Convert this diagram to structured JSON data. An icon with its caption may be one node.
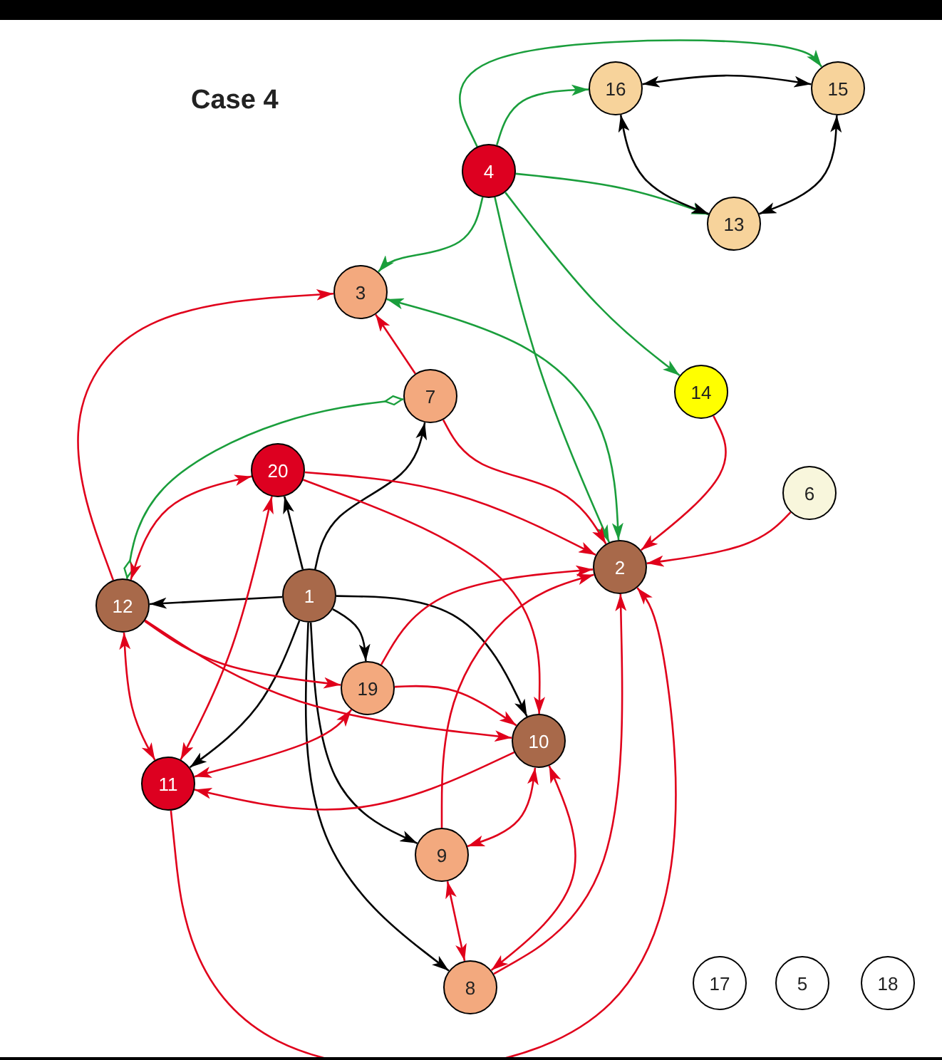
{
  "diagram": {
    "title": "Case 4",
    "nodes": [
      {
        "text": [
          "16"
        ]
      },
      {
        "text": [
          "15"
        ]
      },
      {
        "text": [
          "4"
        ]
      },
      {
        "text": [
          "13"
        ]
      },
      {
        "text": [
          "3"
        ]
      },
      {
        "text": [
          "14"
        ]
      },
      {
        "text": [
          "7"
        ]
      },
      {
        "text": [
          "20"
        ]
      },
      {
        "text": [
          "6"
        ]
      },
      {
        "text": [
          "2"
        ]
      },
      {
        "text": [
          "1"
        ]
      },
      {
        "text": [
          "12"
        ]
      },
      {
        "text": [
          "19"
        ]
      },
      {
        "text": [
          "10"
        ]
      },
      {
        "text": [
          "11"
        ]
      },
      {
        "text": [
          "9"
        ]
      },
      {
        "text": [
          "8"
        ]
      },
      {
        "text": [
          "17"
        ]
      },
      {
        "text": [
          "5"
        ]
      },
      {
        "text": [
          "18"
        ]
      }
    ],
    "edges": [
      {
        "from": 2,
        "to": 1,
        "arrow": "to",
        "color": "#1a9e3c"
      },
      {
        "from": 2,
        "to": 0,
        "arrow": "to",
        "color": "#1a9e3c"
      },
      {
        "from": 2,
        "to": 3,
        "arrow": "to",
        "color": "#1a9e3c"
      },
      {
        "from": 2,
        "to": 4,
        "arrow": "to",
        "color": "#1a9e3c"
      },
      {
        "from": 2,
        "to": 5,
        "arrow": "to",
        "color": "#1a9e3c"
      },
      {
        "from": 2,
        "to": 9,
        "arrow": "to",
        "color": "#1a9e3c"
      },
      {
        "from": 4,
        "to": 9,
        "arrow": "both",
        "color": "#1a9e3c"
      },
      {
        "from": 6,
        "to": 11,
        "arrow": "other",
        "color": "#1a9e3c"
      },
      {
        "from": 0,
        "to": 1,
        "arrow": "both",
        "color": "#000000"
      },
      {
        "from": 1,
        "to": 3,
        "arrow": "both",
        "color": "#000000"
      },
      {
        "from": 0,
        "to": 3,
        "arrow": "both",
        "color": "#000000"
      },
      {
        "from": 10,
        "to": 11,
        "arrow": "to",
        "color": "#000000"
      },
      {
        "from": 10,
        "to": 7,
        "arrow": "to",
        "color": "#000000"
      },
      {
        "from": 10,
        "to": 6,
        "arrow": "to",
        "color": "#000000"
      },
      {
        "from": 10,
        "to": 12,
        "arrow": "to",
        "color": "#000000"
      },
      {
        "from": 10,
        "to": 13,
        "arrow": "to",
        "color": "#000000"
      },
      {
        "from": 10,
        "to": 14,
        "arrow": "to",
        "color": "#000000"
      },
      {
        "from": 10,
        "to": 15,
        "arrow": "to",
        "color": "#000000"
      },
      {
        "from": 10,
        "to": 16,
        "arrow": "to",
        "color": "#000000"
      },
      {
        "from": 11,
        "to": 4,
        "arrow": "to"
      },
      {
        "from": 6,
        "to": 4,
        "arrow": "to"
      },
      {
        "from": 6,
        "to": 9,
        "arrow": "to"
      },
      {
        "from": 7,
        "to": 9,
        "arrow": "to"
      },
      {
        "from": 7,
        "to": 11,
        "arrow": "both"
      },
      {
        "from": 7,
        "to": 14,
        "arrow": "both"
      },
      {
        "from": 5,
        "to": 9,
        "arrow": "to"
      },
      {
        "from": 8,
        "to": 9,
        "arrow": "to"
      },
      {
        "from": 12,
        "to": 9,
        "arrow": "to"
      },
      {
        "from": 11,
        "to": 13,
        "arrow": "to"
      },
      {
        "from": 11,
        "to": 12,
        "arrow": "to"
      },
      {
        "from": 11,
        "to": 14,
        "arrow": "both"
      },
      {
        "from": 12,
        "to": 14,
        "arrow": "both"
      },
      {
        "from": 13,
        "to": 14,
        "arrow": "to"
      },
      {
        "from": 14,
        "to": 9,
        "arrow": "to"
      },
      {
        "from": 15,
        "to": 9,
        "arrow": "to"
      },
      {
        "from": 15,
        "to": 13,
        "arrow": "both"
      },
      {
        "from": 15,
        "to": 16,
        "arrow": "both"
      },
      {
        "from": 16,
        "to": 9,
        "arrow": "to"
      },
      {
        "from": 13,
        "to": 16,
        "arrow": "both"
      },
      {
        "from": 7,
        "to": 13,
        "arrow": "to"
      },
      {
        "from": 12,
        "to": 13,
        "arrow": "to"
      }
    ]
  }
}
